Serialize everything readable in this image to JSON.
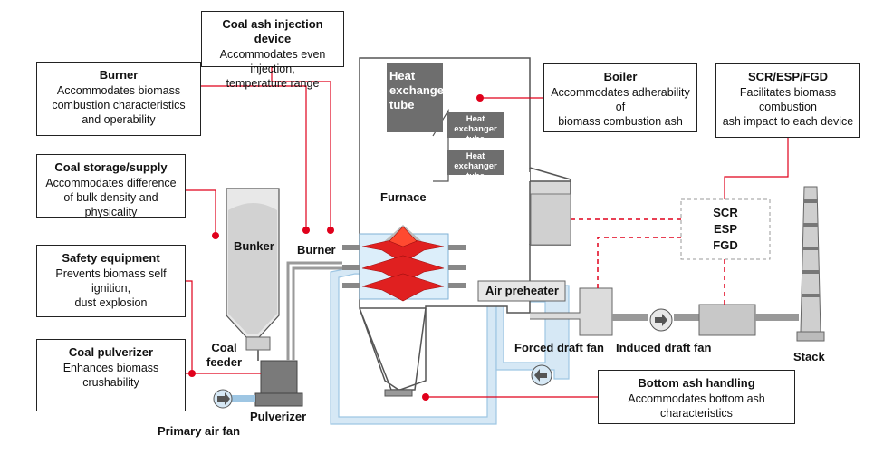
{
  "callouts": {
    "injection": {
      "title": "Coal ash injection device",
      "desc": "Accommodates even injection,\ntemperature range"
    },
    "burner": {
      "title": "Burner",
      "desc": "Accommodates biomass\ncombustion characteristics\nand operability"
    },
    "storage": {
      "title": "Coal storage/supply",
      "desc": "Accommodates difference\nof bulk density and physicality"
    },
    "safety": {
      "title": "Safety equipment",
      "desc": "Prevents biomass self ignition,\ndust explosion"
    },
    "pulverizer": {
      "title": "Coal pulverizer",
      "desc": "Enhances biomass\ncrushability"
    },
    "boiler": {
      "title": "Boiler",
      "desc": "Accommodates adherability of\nbiomass combustion ash"
    },
    "scr": {
      "title": "SCR/ESP/FGD",
      "desc": "Facilitates biomass combustion\nash impact to each device"
    },
    "bottom_ash": {
      "title": "Bottom ash handling",
      "desc": "Accommodates bottom ash characteristics"
    }
  },
  "labels": {
    "bunker": "Bunker",
    "burner": "Burner",
    "coal_feeder": "Coal\nfeeder",
    "pulverizer": "Pulverizer",
    "primary_air_fan": "Primary air fan",
    "furnace": "Furnace",
    "heat_exchanger_main": "Heat\nexchanger\ntube",
    "heat_exchanger_1": "Heat\nexchanger tube",
    "heat_exchanger_2": "Heat\nexchanger tube",
    "air_preheater": "Air preheater",
    "forced_draft_fan": "Forced draft fan",
    "induced_draft_fan": "Induced draft fan",
    "scr_esp_fgd": "SCR\nESP\nFGD",
    "stack": "Stack"
  },
  "colors": {
    "callout_line": "#e0001b",
    "equipment": "#c8c8c8",
    "tube": "#6e6e6e",
    "air_duct": "#cfe4f3",
    "flame": "#e02020"
  }
}
